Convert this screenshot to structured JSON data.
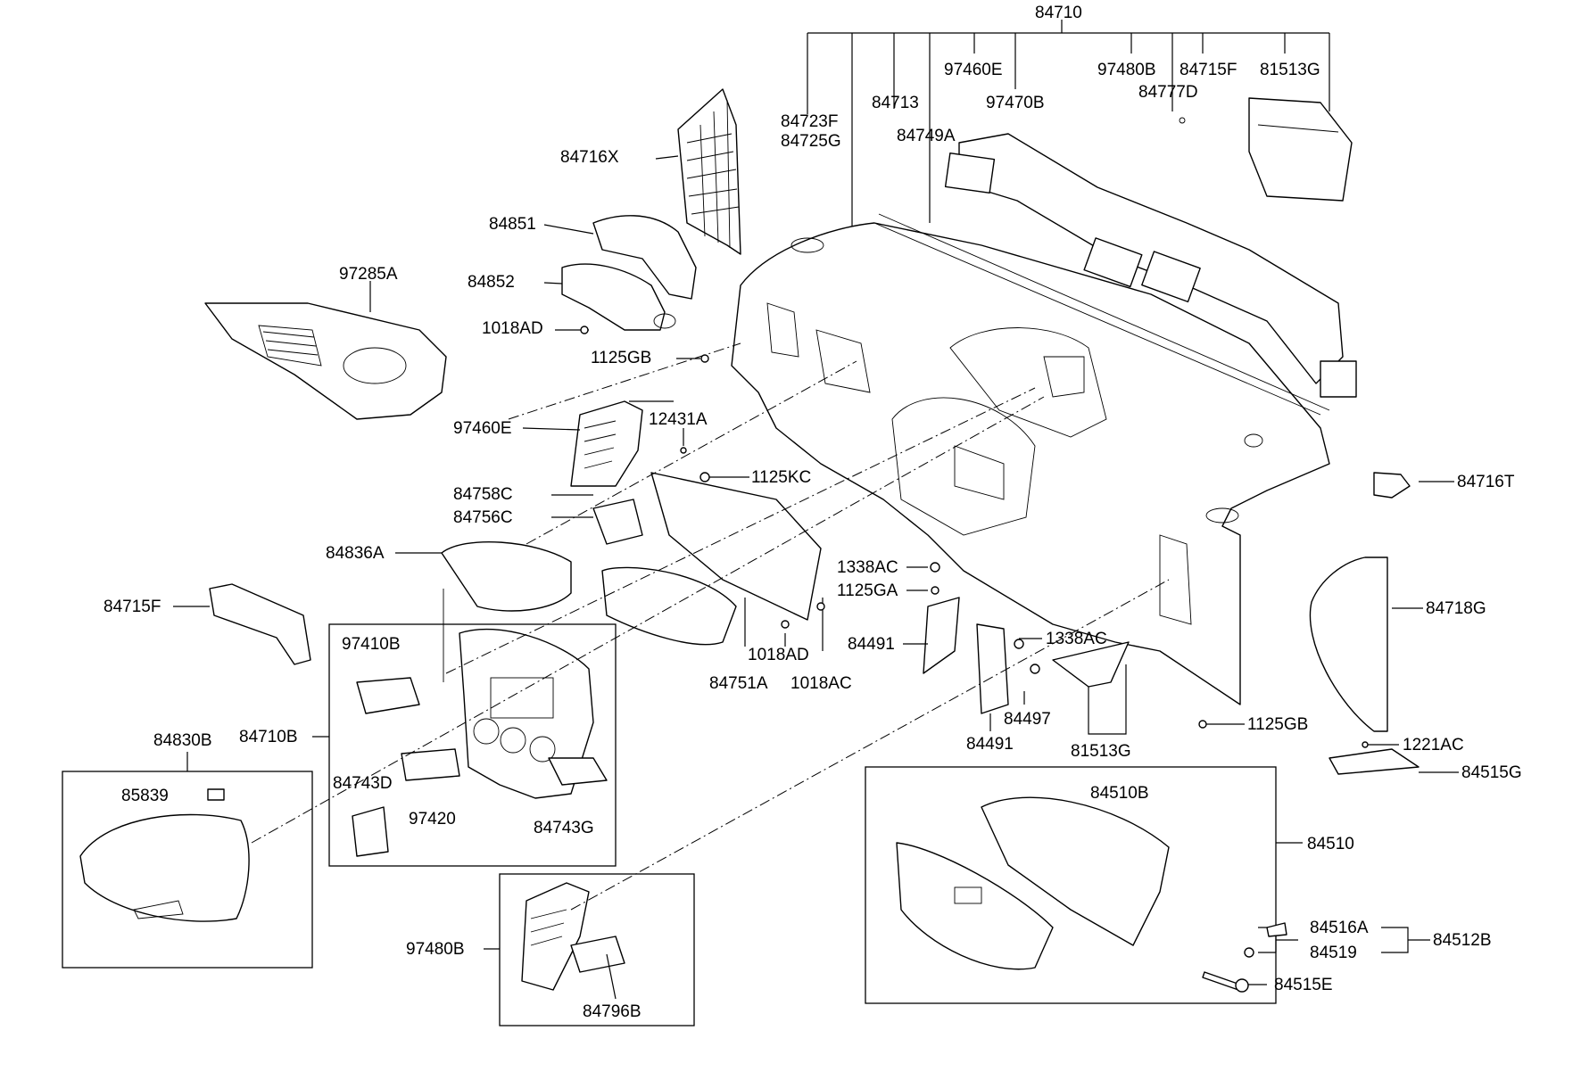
{
  "diagram": {
    "labels": {
      "l84710": "84710",
      "l84723F": "84723F",
      "l84725G": "84725G",
      "l84713": "84713",
      "l97460E_top": "97460E",
      "l97470B": "97470B",
      "l84749A": "84749A",
      "l97480B_top": "97480B",
      "l84715F_top": "84715F",
      "l81513G_top": "81513G",
      "l84777D": "84777D",
      "l84716X": "84716X",
      "l84851": "84851",
      "l84852": "84852",
      "l97285A": "97285A",
      "l1018AD_top": "1018AD",
      "l1125GB_top": "1125GB",
      "l97460E_left": "97460E",
      "l12431A": "12431A",
      "l1125KC": "1125KC",
      "l84758C": "84758C",
      "l84756C": "84756C",
      "l84836A": "84836A",
      "l84716T": "84716T",
      "l84715F_left": "84715F",
      "l1338AC_a": "1338AC",
      "l1125GA": "1125GA",
      "l84491_a": "84491",
      "l1018AD_mid": "1018AD",
      "l84751A": "84751A",
      "l1018AC": "1018AC",
      "l1338AC_b": "1338AC",
      "l84718G": "84718G",
      "l97410B": "97410B",
      "l84710B": "84710B",
      "l84497": "84497",
      "l84491_b": "84491",
      "l81513G_bottom": "81513G",
      "l1125GB_right": "1125GB",
      "l1221AC": "1221AC",
      "l84515G": "84515G",
      "l84830B": "84830B",
      "l85839": "85839",
      "l84743D": "84743D",
      "l97420": "97420",
      "l84743G": "84743G",
      "l84510B": "84510B",
      "l84510": "84510",
      "l97480B_bottom": "97480B",
      "l84796B": "84796B",
      "l84516A": "84516A",
      "l84519": "84519",
      "l84512B": "84512B",
      "l84515E": "84515E"
    }
  }
}
